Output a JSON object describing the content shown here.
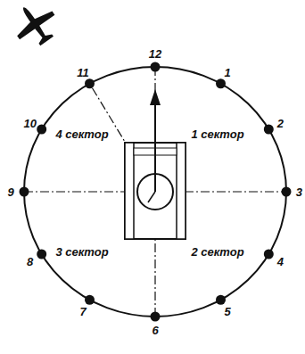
{
  "diagram": {
    "labels": [
      "12",
      "1",
      "2",
      "3",
      "4",
      "5",
      "6",
      "7",
      "8",
      "9",
      "10",
      "11",
      "1 сектор",
      "2 сектор",
      "3 сектор",
      "4 сектор"
    ]
  }
}
